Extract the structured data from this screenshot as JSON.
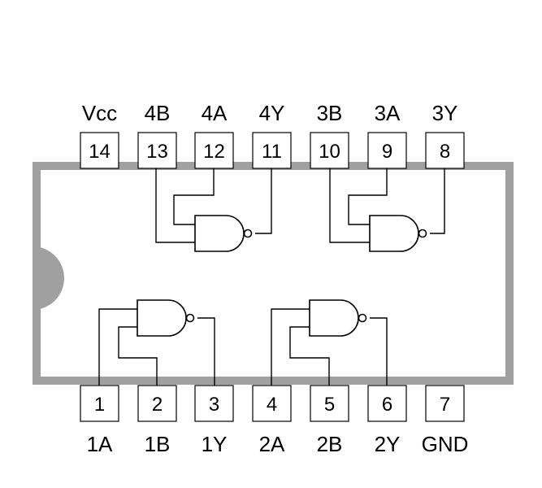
{
  "top_pins": [
    {
      "number": "14",
      "label": "Vcc"
    },
    {
      "number": "13",
      "label": "4B"
    },
    {
      "number": "12",
      "label": "4A"
    },
    {
      "number": "11",
      "label": "4Y"
    },
    {
      "number": "10",
      "label": "3B"
    },
    {
      "number": "9",
      "label": "3A"
    },
    {
      "number": "8",
      "label": "3Y"
    }
  ],
  "bottom_pins": [
    {
      "number": "1",
      "label": "1A"
    },
    {
      "number": "2",
      "label": "1B"
    },
    {
      "number": "3",
      "label": "1Y"
    },
    {
      "number": "4",
      "label": "2A"
    },
    {
      "number": "5",
      "label": "2B"
    },
    {
      "number": "6",
      "label": "2Y"
    },
    {
      "number": "7",
      "label": "GND"
    }
  ],
  "colors": {
    "package_border": "#a0a0a0",
    "notch": "#a0a0a0",
    "pin_fill": "#ffffff",
    "line": "#000000"
  },
  "gates": [
    {
      "name": "gate-1",
      "type": "NAND"
    },
    {
      "name": "gate-2",
      "type": "NAND"
    },
    {
      "name": "gate-3",
      "type": "NAND"
    },
    {
      "name": "gate-4",
      "type": "NAND"
    }
  ]
}
